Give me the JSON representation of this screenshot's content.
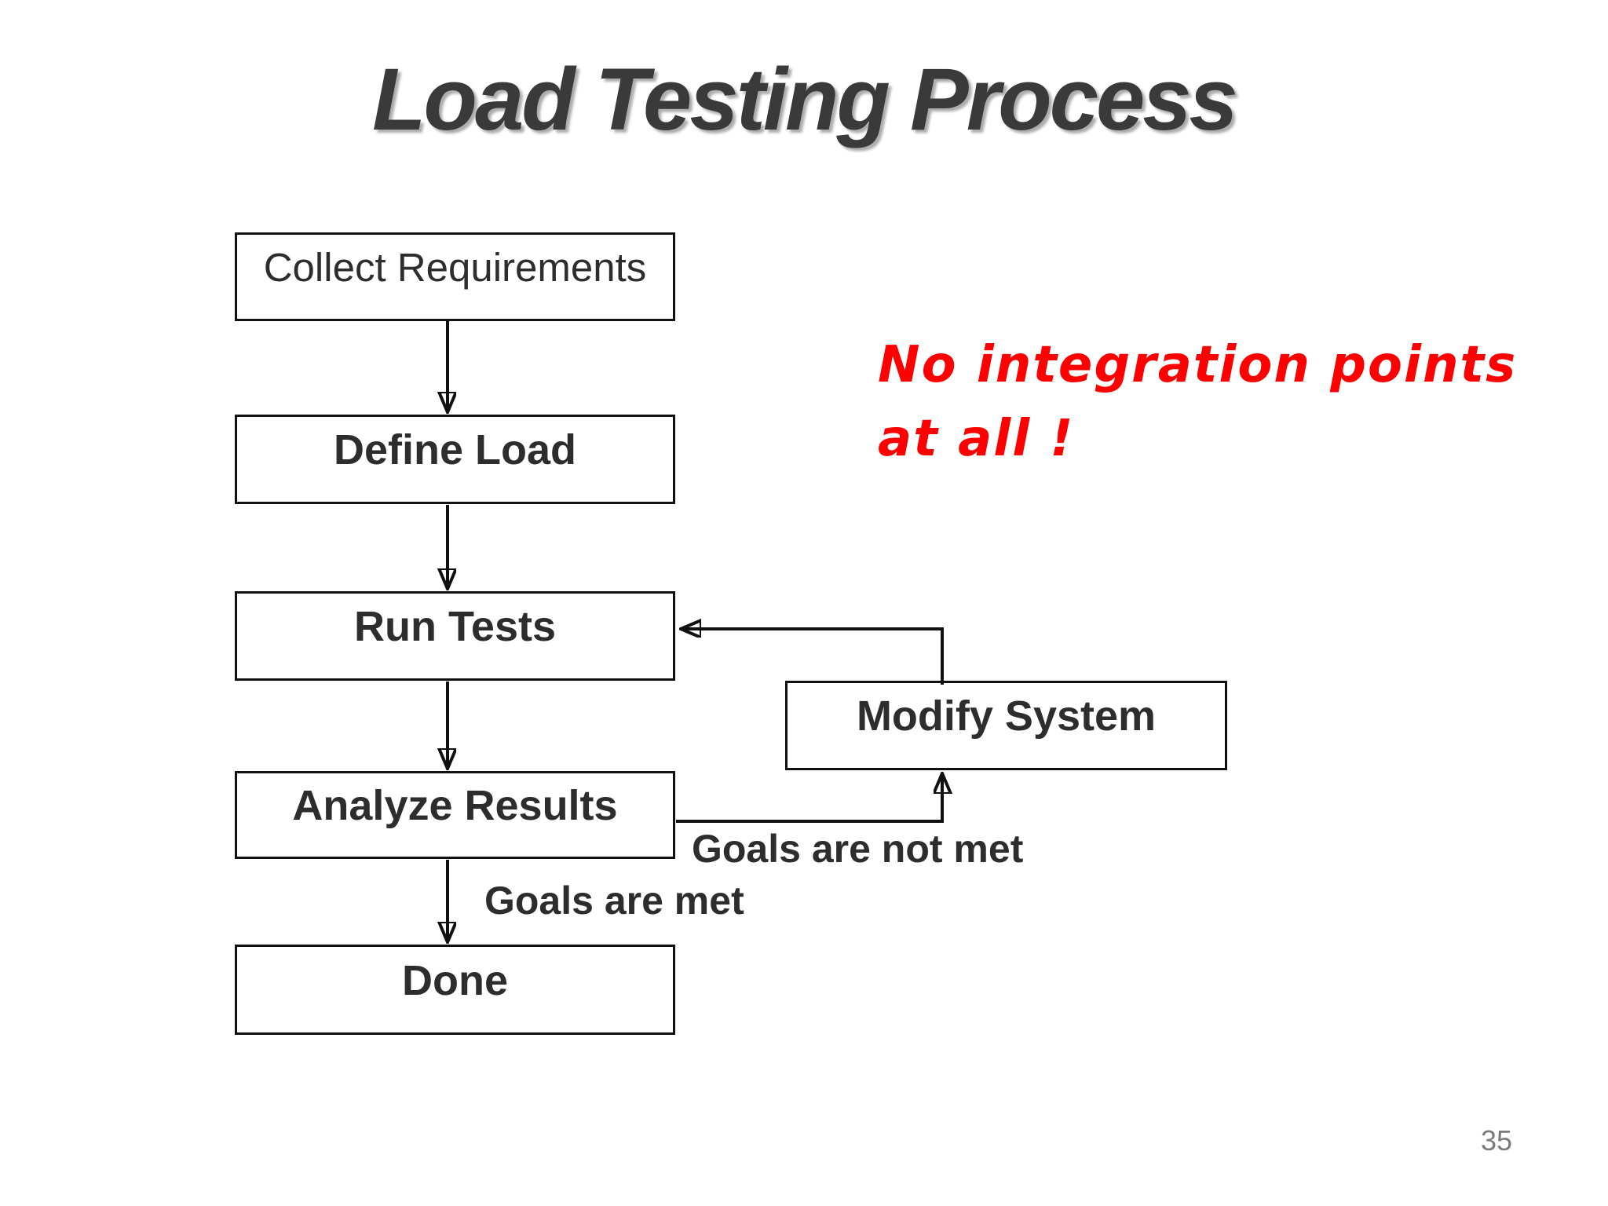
{
  "slide": {
    "title": "Load Testing Process",
    "page_number": "35",
    "annotation": {
      "line1": "No integration points",
      "line2": "at all !"
    },
    "boxes": [
      {
        "label": "Collect Requirements"
      },
      {
        "label": "Define Load"
      },
      {
        "label": "Run Tests"
      },
      {
        "label": "Analyze Results"
      },
      {
        "label": "Done"
      },
      {
        "label": "Modify System"
      }
    ],
    "edge_labels": {
      "goals_not_met": "Goals are not met",
      "goals_met": "Goals are met"
    },
    "colors": {
      "annotation": "#fe0000",
      "title": "#3a3a3a",
      "box_border": "#111111",
      "box_text": "#2d2d2d",
      "page_number": "#7b7b7b"
    }
  }
}
